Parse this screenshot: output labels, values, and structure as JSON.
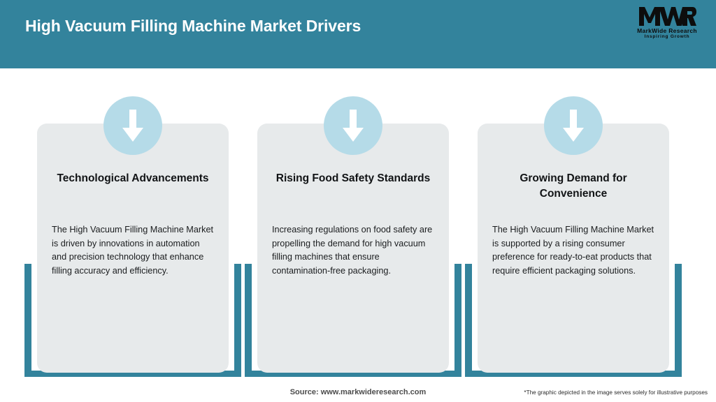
{
  "header": {
    "title": "High Vacuum Filling Machine Market Drivers",
    "band_color": "#33839c",
    "title_color": "#ffffff"
  },
  "logo": {
    "mark": "MWR",
    "name": "MarkWide Research",
    "tagline": "Inspiring Growth"
  },
  "theme": {
    "teal": "#33839c",
    "card_gray": "#e7eaeb",
    "icon_circle_blue": "#b5dbe8",
    "arrow_white": "#ffffff",
    "page_background": "#ffffff"
  },
  "cards": [
    {
      "icon": "down-arrow-icon",
      "title": "Technological Advancements",
      "body": "The High Vacuum Filling Machine Market is driven by innovations in automation and precision technology that enhance filling accuracy and efficiency."
    },
    {
      "icon": "down-arrow-icon",
      "title": "Rising Food Safety Standards",
      "body": "Increasing regulations on food safety are propelling the demand for high vacuum filling machines that ensure contamination-free packaging."
    },
    {
      "icon": "down-arrow-icon",
      "title": "Growing Demand for Convenience",
      "body": "The High Vacuum Filling Machine Market is supported by a rising consumer preference for ready-to-eat products that require efficient packaging solutions."
    }
  ],
  "footer": {
    "source": "Source: www.markwideresearch.com",
    "disclaimer": "*The graphic depicted in the image serves solely for illustrative purposes"
  }
}
